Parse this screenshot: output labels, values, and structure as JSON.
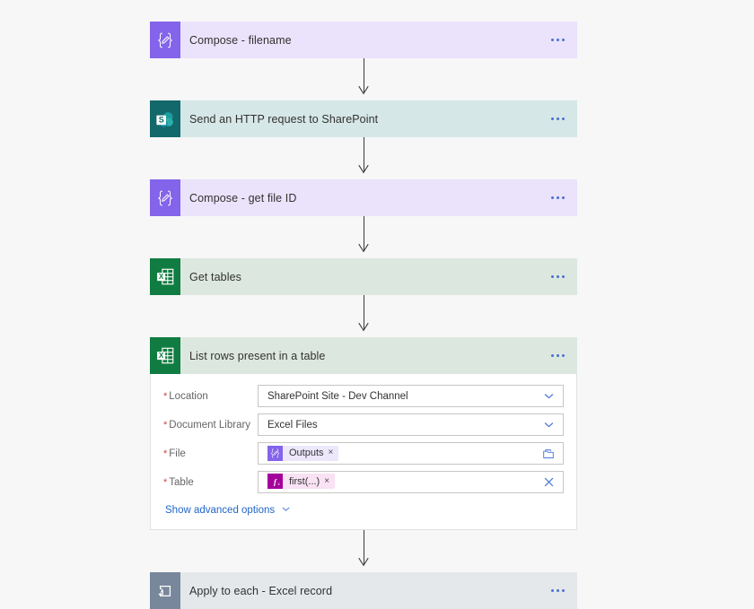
{
  "flow": {
    "steps": [
      {
        "id": "compose-filename",
        "title": "Compose - filename",
        "theme": "compose",
        "icon": "compose-icon",
        "expanded": false
      },
      {
        "id": "send-http-request-sharepoint",
        "title": "Send an HTTP request to SharePoint",
        "theme": "sharepoint",
        "icon": "sharepoint-icon",
        "expanded": false
      },
      {
        "id": "compose-get-file-id",
        "title": "Compose - get file ID",
        "theme": "compose",
        "icon": "compose-icon",
        "expanded": false
      },
      {
        "id": "get-tables",
        "title": "Get tables",
        "theme": "excel",
        "icon": "excel-icon",
        "expanded": false
      },
      {
        "id": "list-rows-present-in-a-table",
        "title": "List rows present in a table",
        "theme": "excel",
        "icon": "excel-icon",
        "expanded": true
      },
      {
        "id": "apply-to-each-excel-record",
        "title": "Apply to each - Excel record",
        "theme": "loop",
        "icon": "loop-icon",
        "expanded": false
      }
    ]
  },
  "list_rows_card": {
    "fields": [
      {
        "label": "Location",
        "required": true,
        "type": "dropdown",
        "value": "SharePoint Site - Dev Channel",
        "trailing_icon": "chevron-down-icon"
      },
      {
        "label": "Document Library",
        "required": true,
        "type": "dropdown",
        "value": "Excel Files",
        "trailing_icon": "chevron-down-icon"
      },
      {
        "label": "File",
        "required": true,
        "type": "token",
        "token_kind": "compose",
        "token_icon": "compose-token-icon",
        "token_label": "Outputs",
        "token_remove": "×",
        "trailing_icon": "folder-picker-icon"
      },
      {
        "label": "Table",
        "required": true,
        "type": "token",
        "token_kind": "fx",
        "token_icon": "function-token-icon",
        "token_label": "first(...)",
        "token_remove": "×",
        "trailing_icon": "clear-icon"
      }
    ],
    "advanced_options_label": "Show advanced options",
    "required_marker": "*"
  },
  "colors": {
    "page_background": "#F7F7F7",
    "compose_accent": "#8364EA",
    "compose_card": "#EAE3FB",
    "sharepoint_accent": "#13686B",
    "sharepoint_card": "#D6E7E7",
    "excel_accent": "#107C41",
    "excel_card": "#DCE8DF",
    "loop_accent": "#78879B",
    "loop_card": "#E5E8EB",
    "link_blue": "#2266C7",
    "required_red": "#D6403B",
    "connector": "#3B3A39"
  }
}
